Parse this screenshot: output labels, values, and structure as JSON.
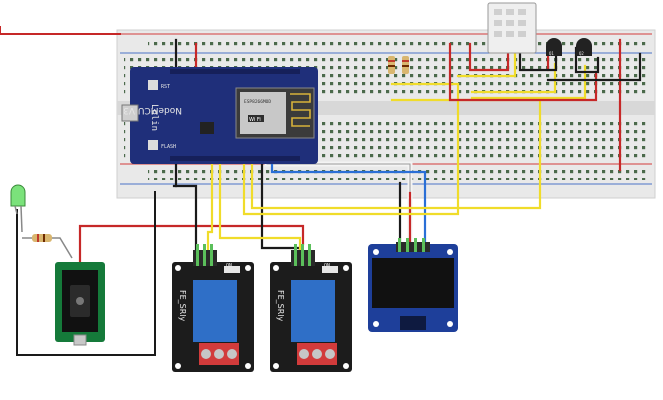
{
  "board": {
    "name": "NodeMCU V3",
    "brand": "Lolin",
    "rst_label": "RST",
    "flash_label": "FLASH",
    "module_brand": "Wi Fi",
    "module_model": "ESP8266MOD"
  },
  "relays": [
    {
      "label": "FE_SRly",
      "on_label": "ON"
    },
    {
      "label": "FE_SRly",
      "on_label": "ON"
    }
  ],
  "colors": {
    "breadboard": "#e9e9e9",
    "rail_red": "#d33a3a",
    "rail_blue": "#4a72c8",
    "board_blue": "#1f2f7a",
    "relay_black": "#1c1c1c",
    "relay_blue": "#2f6fc7",
    "terminal_red": "#d23b3b",
    "oled_blue": "#1e3f9a",
    "jack_green": "#157a3a",
    "led_green": "#7be27b",
    "wire_red": "#c62828",
    "wire_yellow": "#f0dc2a",
    "wire_black": "#1a1a1a",
    "wire_blue": "#2a6fd6",
    "wire_white": "#f4f4f4",
    "wire_gray": "#9a9a9a"
  },
  "icons": [
    "dht-sensor-icon",
    "transistor-icon",
    "resistor-icon",
    "led-icon",
    "dc-jack-icon",
    "oled-display-icon",
    "relay-module-icon"
  ]
}
